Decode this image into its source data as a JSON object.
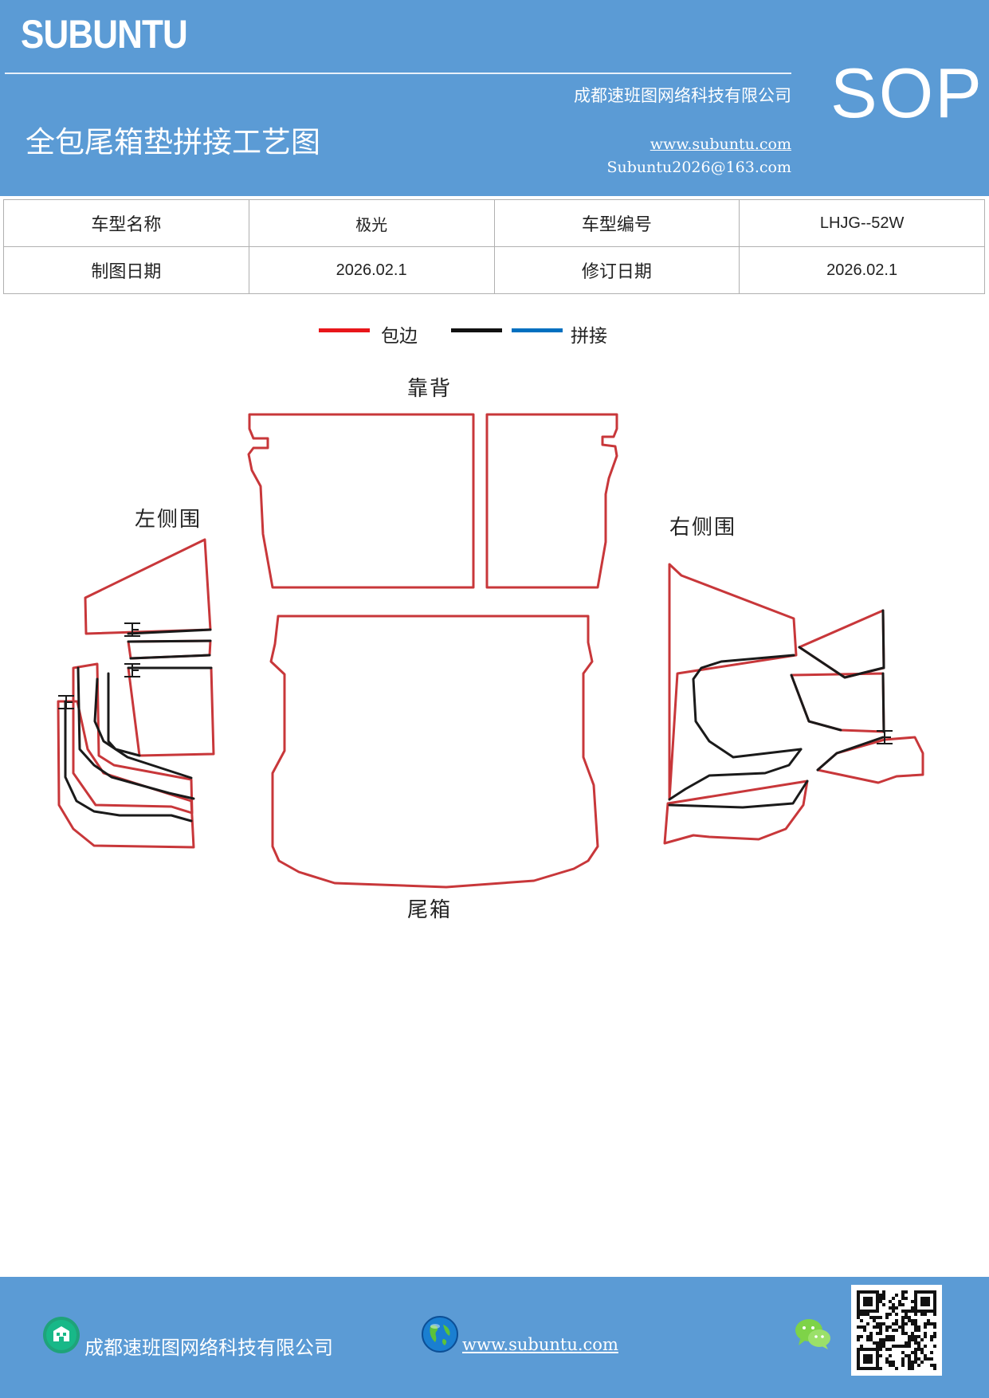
{
  "header": {
    "brand": "SUBUNTU",
    "company": "成都速班图网络科技有限公司",
    "title": "全包尾箱垫拼接工艺图",
    "website": "www.subuntu.com",
    "email": "Subuntu2026@163.com",
    "badge": "SOP"
  },
  "info_table": {
    "rows": [
      [
        {
          "text": "车型名称",
          "kind": "label"
        },
        {
          "text": "极光",
          "kind": "value-cn"
        },
        {
          "text": "车型编号",
          "kind": "label"
        },
        {
          "text": "LHJG--52W",
          "kind": "value"
        }
      ],
      [
        {
          "text": "制图日期",
          "kind": "label"
        },
        {
          "text": "2026.02.1",
          "kind": "value"
        },
        {
          "text": "修订日期",
          "kind": "label"
        },
        {
          "text": "2026.02.1",
          "kind": "value"
        }
      ]
    ]
  },
  "legend": {
    "items": [
      {
        "label": "包边",
        "color": "#e8161a"
      },
      {
        "label": "",
        "color": "#111111"
      },
      {
        "label": "拼接",
        "color": "#0070c0"
      }
    ]
  },
  "diagram": {
    "labels": {
      "backrest": "靠背",
      "left_side": "左侧围",
      "right_side": "右侧围",
      "trunk": "尾箱"
    },
    "edge_color": "#c8373a",
    "seam_color": "#1a1a1a"
  },
  "footer": {
    "company": "成都速班图网络科技有限公司",
    "website": "www.subuntu.com",
    "icons": [
      "building-icon",
      "globe-icon",
      "wechat-icon",
      "qr-code"
    ]
  }
}
